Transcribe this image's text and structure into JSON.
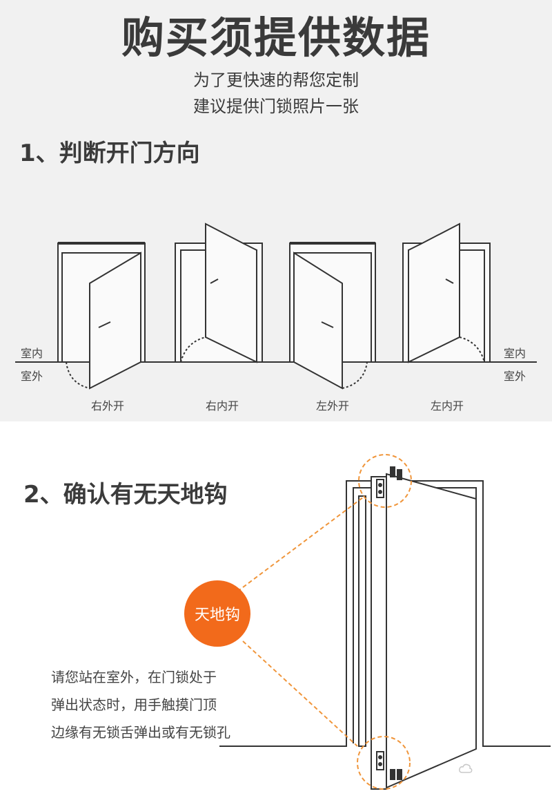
{
  "header": {
    "title": "购买须提供数据",
    "subtitle_line1": "为了更快速的帮您定制",
    "subtitle_line2": "建议提供门锁照片一张"
  },
  "section1": {
    "title": "1、判断开门方向",
    "indoor_label": "室内",
    "outdoor_label": "室外",
    "doors": [
      {
        "label": "右外开"
      },
      {
        "label": "右内开"
      },
      {
        "label": "左外开"
      },
      {
        "label": "左内开"
      }
    ]
  },
  "section2": {
    "title": "2、确认有无天地钩",
    "badge": "天地钩",
    "note_lines": [
      "请您站在室外，在门锁处于",
      "弹出状态时，用手触摸门顶",
      "边缘有无锁舌弹出或有无锁孔"
    ]
  },
  "colors": {
    "accent": "#f26a1b",
    "background_top": "#f1f1f1",
    "line": "#333333"
  }
}
